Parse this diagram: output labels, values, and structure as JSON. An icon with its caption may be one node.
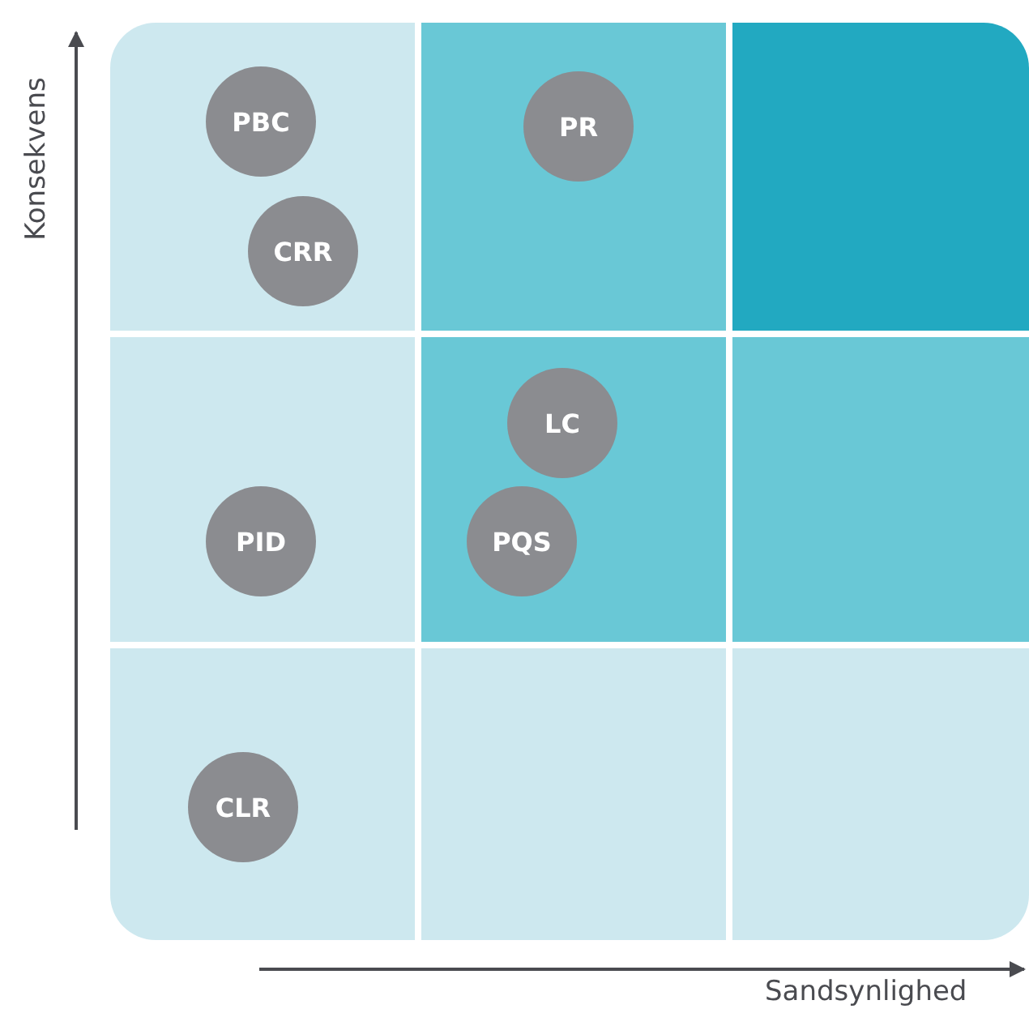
{
  "diagram": {
    "nodes": [
      {
        "text": [],
        "shape": "box"
      },
      {
        "text": [
          "PBC"
        ],
        "in": 0
      },
      {
        "text": [
          "CRR"
        ],
        "in": 0
      },
      {
        "text": [],
        "shape": "box"
      },
      {
        "text": [
          "PR"
        ],
        "in": 3
      },
      {
        "text": [],
        "shape": "box"
      },
      {
        "text": [],
        "shape": "box"
      },
      {
        "text": [
          "PID"
        ],
        "in": 6
      },
      {
        "text": [],
        "shape": "box"
      },
      {
        "text": [
          "LC"
        ],
        "in": 8
      },
      {
        "text": [
          "PQS"
        ],
        "in": 8
      },
      {
        "text": [],
        "shape": "box"
      },
      {
        "text": [],
        "shape": "box"
      },
      {
        "text": [
          "CLR"
        ],
        "in": 12
      },
      {
        "text": [],
        "shape": "box"
      },
      {
        "text": [],
        "shape": "box"
      }
    ],
    "edges": [],
    "labels": [
      "Konsekvens",
      "Sandsynlighed"
    ]
  }
}
